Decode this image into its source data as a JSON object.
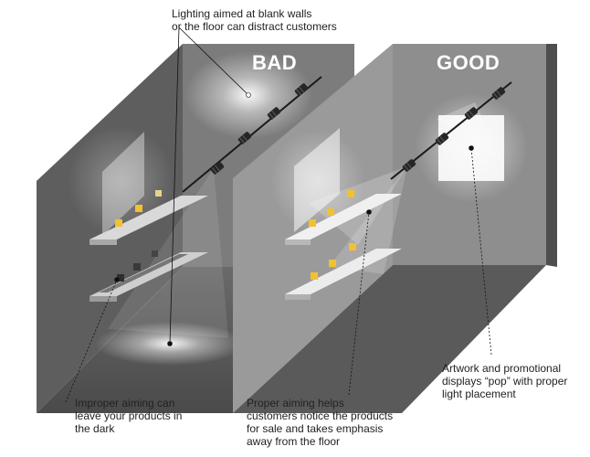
{
  "panels": {
    "bad_label": "BAD",
    "good_label": "GOOD"
  },
  "callouts": {
    "top": [
      "Lighting aimed at blank walls",
      "or the floor can distract customers"
    ],
    "bad_bottom": [
      "Improper aiming can",
      "leave your products in",
      "the dark"
    ],
    "good_middle": [
      "Proper aiming helps",
      "customers notice the products",
      "for sale and takes emphasis",
      "away from the floor"
    ],
    "good_right": [
      "Artwork and promotional",
      "displays “pop” with proper",
      "light placement"
    ]
  },
  "colors": {
    "product": "#f2c12e",
    "wall_dark": "#5b5b5b",
    "wall_mid": "#8a8a8a",
    "wall_light": "#b5b5b5",
    "track": "#1a1a1a",
    "text": "#222222"
  },
  "icons": {
    "fixture": "track-light-icon",
    "product": "product-box-icon"
  }
}
